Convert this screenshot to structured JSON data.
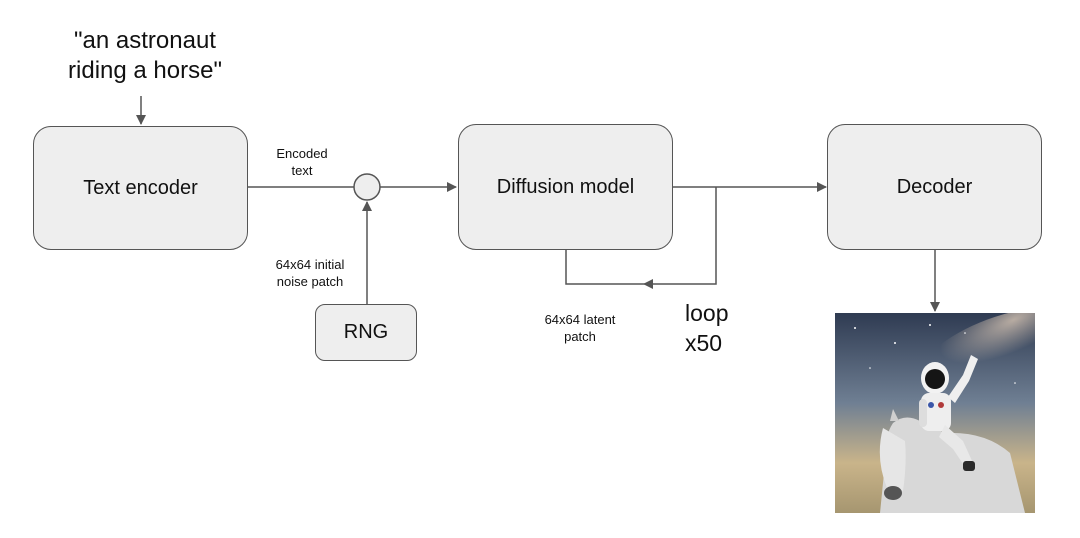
{
  "prompt": {
    "line1": "\"an astronaut",
    "line2": "riding a horse\""
  },
  "boxes": {
    "text_encoder": "Text encoder",
    "diffusion_model": "Diffusion model",
    "decoder": "Decoder",
    "rng": "RNG"
  },
  "labels": {
    "encoded_line1": "Encoded",
    "encoded_line2": "text",
    "noise_line1": "64x64 initial",
    "noise_line2": "noise patch",
    "latent_line1": "64x64 latent",
    "latent_line2": "patch",
    "loop_line1": "loop",
    "loop_line2": "x50"
  },
  "colors": {
    "box_fill": "#eeeeee",
    "stroke": "#555555"
  }
}
